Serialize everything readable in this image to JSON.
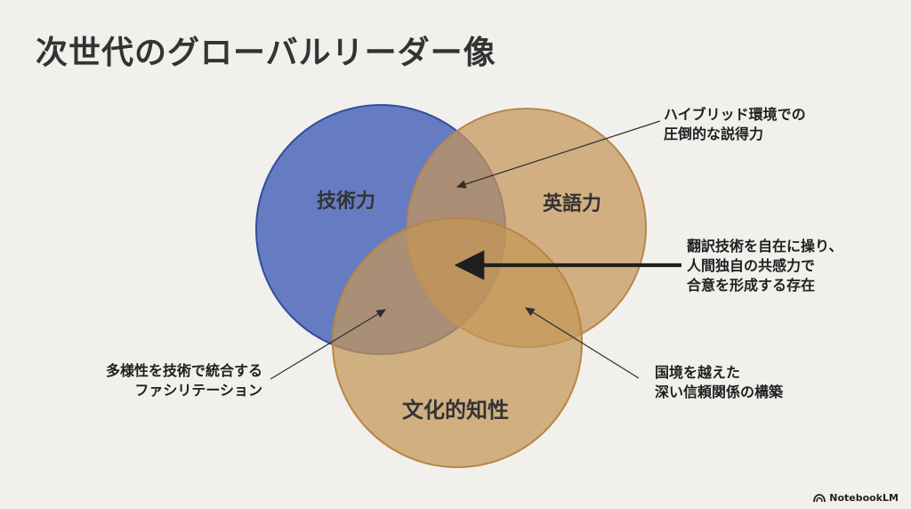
{
  "title": "次世代のグローバルリーダー像",
  "circles": {
    "tech": {
      "label": "技術力",
      "color": "#5a72be"
    },
    "english": {
      "label": "英語力",
      "color": "#c69659"
    },
    "culture": {
      "label": "文化的知性",
      "color": "#c39757"
    }
  },
  "annotations": {
    "tech_english": {
      "lines": [
        "ハイブリッド環境での",
        "圧倒的な説得力"
      ]
    },
    "center": {
      "lines": [
        "翻訳技術を自在に操り、",
        "人間独自の共感力で",
        "合意を形成する存在"
      ]
    },
    "tech_culture": {
      "lines": [
        "多様性を技術で統合する",
        "ファシリテーション"
      ]
    },
    "english_culture": {
      "lines": [
        "国境を越えた",
        "深い信頼関係の構築"
      ]
    }
  },
  "brand": {
    "name": "NotebookLM",
    "icon": "notebooklm-icon"
  }
}
